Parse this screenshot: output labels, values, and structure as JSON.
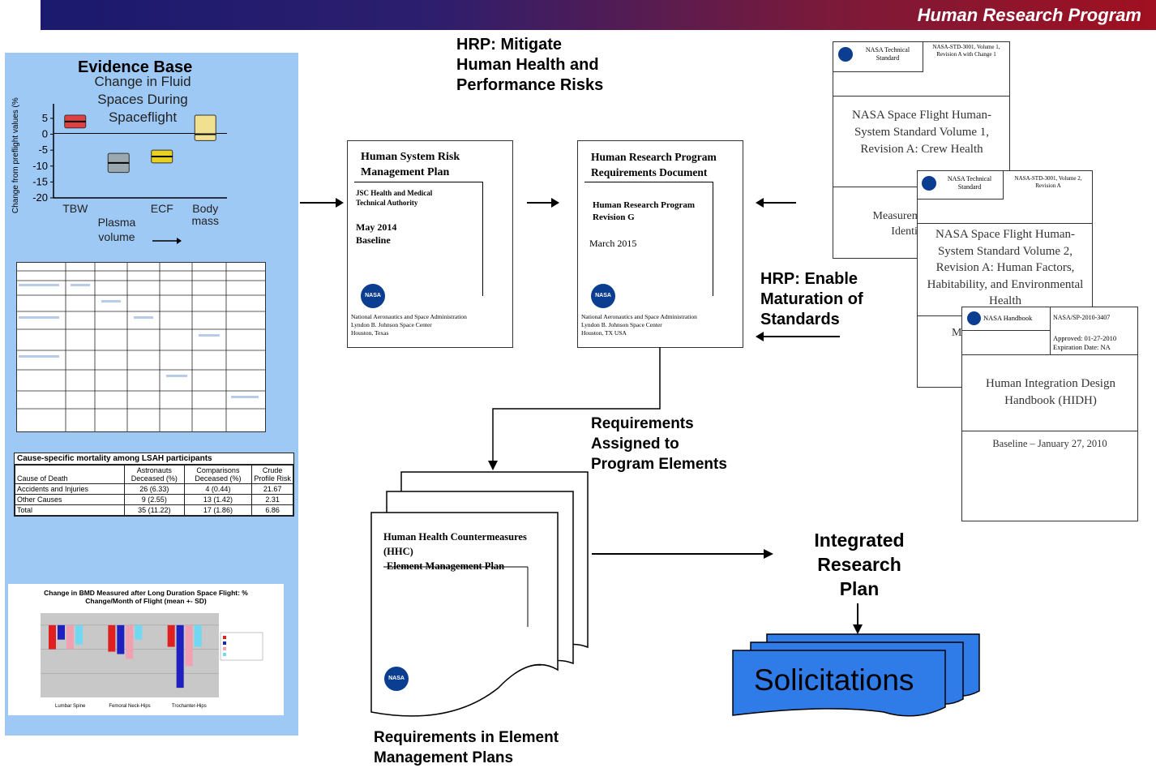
{
  "banner": {
    "title": "Human Research Program"
  },
  "evidence": {
    "heading": "Evidence Base",
    "chart_title": "Change in Fluid Spaces During Spaceflight",
    "ylabel": "Change from preflight values (%)",
    "xlabel_extra": "Plasma volume"
  },
  "chart_data": [
    {
      "type": "bar",
      "title": "Change in Fluid Spaces During Spaceflight",
      "ylabel": "Change from preflight values (%)",
      "categories": [
        "TBW",
        "Plasma volume",
        "ECF",
        "Body mass"
      ],
      "ranges": [
        [
          2,
          6
        ],
        [
          -12,
          -6
        ],
        [
          -9,
          -5
        ],
        [
          -2,
          6
        ]
      ],
      "medians": [
        4,
        -9,
        -7,
        0
      ],
      "colors": [
        "#e04040",
        "#9aa8b0",
        "#e8d020",
        "#f0e090"
      ],
      "ylim": [
        -20,
        6
      ],
      "yticks": [
        5,
        0,
        -5,
        -10,
        -15,
        -20
      ]
    },
    {
      "type": "bar",
      "title": "Change in BMD Measured after Long Duration Space Flight: % Change/Month of Flight (mean +- SD)",
      "categories": [
        "Lumbar Spine",
        "Femoral Neck-Hips",
        "Trochanter-Hips"
      ],
      "series": [
        {
          "name": "",
          "color": "#e02020",
          "values": [
            -1.0,
            -1.1,
            -0.9
          ]
        },
        {
          "name": "",
          "color": "#2020c0",
          "values": [
            -0.6,
            -1.2,
            -2.6
          ]
        },
        {
          "name": "",
          "color": "#f0a0b0",
          "values": [
            -1.0,
            -1.4,
            -1.7
          ]
        },
        {
          "name": "",
          "color": "#70d8f0",
          "values": [
            -0.8,
            -0.6,
            -0.9
          ]
        }
      ],
      "ylim": [
        -3,
        0.5
      ]
    }
  ],
  "mortality": {
    "title": "Cause-specific mortality among LSAH participants",
    "headers": [
      "Cause of Death",
      "Astronauts Deceased (%)",
      "Comparisons Deceased (%)",
      "Crude Profile Risk"
    ],
    "rows": [
      [
        "Accidents and Injuries",
        "26 (6.33)",
        "4 (0.44)",
        "21.67"
      ],
      [
        "Other Causes",
        "9 (2.55)",
        "13 (1.42)",
        "2.31"
      ],
      [
        "Total",
        "35 (11.22)",
        "17 (1.86)",
        "6.86"
      ]
    ]
  },
  "mitigate": {
    "l1": "HRP: Mitigate",
    "l2": "Human Health and",
    "l3": "Performance Risks"
  },
  "risk_plan": {
    "title1": "Human System Risk",
    "title2": "Management Plan",
    "authority1": "JSC Health and Medical",
    "authority2": "Technical Authority",
    "date": "May 2014",
    "status": "Baseline",
    "org1": "National Aeronautics and Space Administration",
    "org2": "Lyndon B. Johnson Space Center",
    "org3": "Houston, Texas"
  },
  "req_doc": {
    "title1": "Human Research Program",
    "title2": "Requirements Document",
    "sub1": "Human Research Program",
    "sub2": "Revision G",
    "date": "March 2015",
    "org1": "National Aeronautics and Space Administration",
    "org2": "Lyndon B. Johnson Space Center",
    "org3": "Houston, TX USA"
  },
  "enable": {
    "l1": "HRP: Enable",
    "l2": "Maturation of",
    "l3": "Standards"
  },
  "std1": {
    "hdr_left": "NASA Technical Standard",
    "hdr_right": "NASA-STD-3001, Volume 1, Revision A with Change 1",
    "title": "NASA Space Flight Human-System Standard Volume 1, Revision A: Crew Health",
    "lower": "Measurement System Identification"
  },
  "std2": {
    "hdr_left": "NASA Technical Standard",
    "hdr_right": "NASA-STD-3001, Volume 2, Revision A",
    "title": "NASA Space Flight Human-System Standard Volume 2, Revision A: Human Factors, Habitability, and Environmental Health",
    "lower": "M"
  },
  "std3": {
    "hdr_left": "NASA Handbook",
    "hdr_right": "NASA/SP-2010-3407",
    "approved": "Approved: 01-27-2010",
    "expiration": "Expiration Date: NA",
    "title": "Human Integration Design Handbook (HIDH)",
    "baseline": "Baseline – January 27, 2010"
  },
  "assigned": {
    "l1": "Requirements",
    "l2": "Assigned to",
    "l3": "Program Elements"
  },
  "hhc": {
    "l1": "Human Health Countermeasures",
    "l2": "(HHC)",
    "l3": "Element Management Plan"
  },
  "emp_caption": {
    "l1": "Requirements in Element",
    "l2": "Management Plans"
  },
  "irp": {
    "l1": "Integrated",
    "l2": "Research",
    "l3": "Plan"
  },
  "solicitations": "Solicitations",
  "nasa_logo_text": "NASA"
}
